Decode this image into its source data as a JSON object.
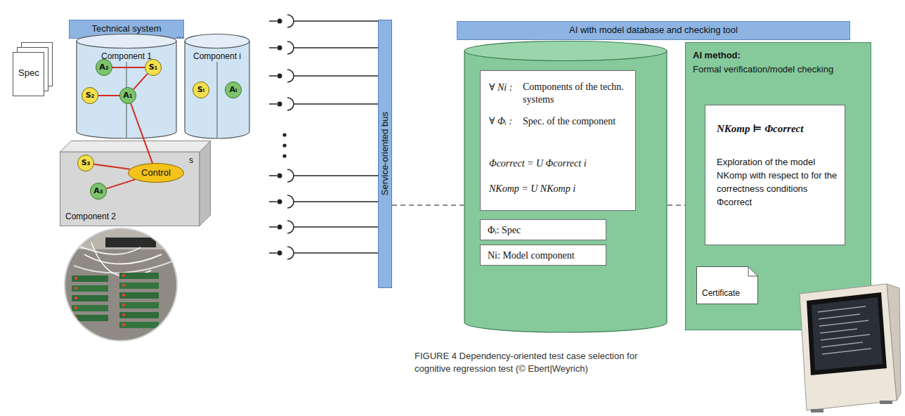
{
  "diagram": {
    "caption": "FIGURE 4 Dependency-oriented test case selection for cognitive regression test (© Ebert|Weyrich)",
    "nodes": [
      {
        "text": [
          "Technical system"
        ]
      },
      {
        "text": [
          "Spec"
        ]
      },
      {
        "text": [
          "Component 1"
        ]
      },
      {
        "text": [
          "A₂"
        ],
        "in": 2
      },
      {
        "text": [
          "S₁"
        ],
        "in": 2
      },
      {
        "text": [
          "S₂"
        ],
        "in": 2
      },
      {
        "text": [
          "A₁"
        ],
        "in": 2
      },
      {
        "text": [
          "Component i"
        ]
      },
      {
        "text": [
          "Sᵢ"
        ],
        "in": 7
      },
      {
        "text": [
          "Aᵢ"
        ],
        "in": 7
      },
      {
        "text": [
          "Component 2",
          "s"
        ]
      },
      {
        "text": [
          "S₃"
        ],
        "in": 10
      },
      {
        "text": [
          "A₃"
        ],
        "in": 10
      },
      {
        "text": [
          "Control"
        ],
        "in": 10
      },
      {
        "text": [
          "Service-oriented bus"
        ]
      },
      {
        "text": [
          "AI with model database and checking tool"
        ]
      },
      {
        "text": []
      },
      {
        "text": [
          "∀ Ni :",
          "Components of the techn. systems",
          "∀ Φᵢ :",
          "Spec. of the component",
          "Φcorrect = U Φcorrect i",
          "NKomp = U NKomp i"
        ],
        "in": 16
      },
      {
        "text": [
          "Φᵢ: Spec"
        ],
        "in": 16
      },
      {
        "text": [
          "Ni: Model component"
        ],
        "in": 16
      },
      {
        "text": [
          "AI method:",
          "Formal verification/model checking"
        ]
      },
      {
        "text": [
          "NKomp ⊨ Φcorrect",
          "Exploration of the model NKomp with respect to for the correctness conditions Φcorrect"
        ],
        "in": 20
      },
      {
        "text": [
          "Certificate"
        ],
        "in": 20
      }
    ],
    "edges": [
      {
        "from": 3,
        "to": 4,
        "arrow": "none"
      },
      {
        "from": 5,
        "to": 6,
        "arrow": "none"
      },
      {
        "from": 4,
        "to": 6,
        "arrow": "none"
      },
      {
        "from": 6,
        "to": 13,
        "arrow": "none"
      },
      {
        "from": 11,
        "to": 13,
        "arrow": "none"
      },
      {
        "from": 12,
        "to": 13,
        "arrow": "none"
      },
      {
        "from": 14,
        "to": 16,
        "arrow": "none"
      },
      {
        "from": 16,
        "to": 20,
        "arrow": "none"
      }
    ],
    "labels": [
      "..."
    ]
  }
}
